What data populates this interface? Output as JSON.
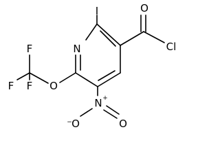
{
  "molecule": {
    "atoms": {
      "iodine": "I",
      "ring_nitrogen": "N",
      "carbonyl_oxygen": "O",
      "acyl_chlorine": "Cl",
      "fluorine_top": "F",
      "fluorine_left": "F",
      "fluorine_bottom": "F",
      "ether_oxygen": "O",
      "nitro_nitrogen": "N",
      "nitro_oxygen_right": "O",
      "nitro_oxygen_left": "O"
    },
    "charges": {
      "nitro_nitrogen": "+",
      "nitro_oxygen_left": "−"
    }
  }
}
